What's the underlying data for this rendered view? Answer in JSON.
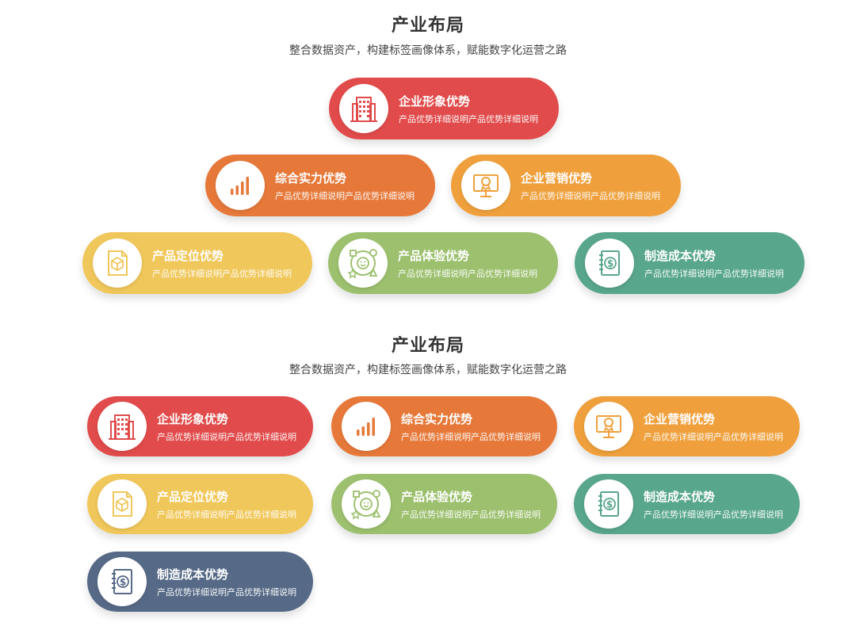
{
  "colors": {
    "red": "#E14B4B",
    "orange_dark": "#E6793A",
    "orange": "#EFA03C",
    "yellow": "#F0C75A",
    "green_light": "#9CC06E",
    "green": "#58A68C",
    "slate": "#566A87"
  },
  "top_section": {
    "title": "产业布局",
    "subtitle": "整合数据资产，构建标签画像体系，赋能数字化运营之路",
    "cards": [
      {
        "title": "企业形象优势",
        "desc": "产品优势详细说明产品优势详细说明",
        "icon": "building-icon",
        "color": "#E14B4B"
      },
      {
        "title": "综合实力优势",
        "desc": "产品优势详细说明产品优势详细说明",
        "icon": "bar-chart-icon",
        "color": "#E6793A"
      },
      {
        "title": "企业营销优势",
        "desc": "产品优势详细说明产品优势详细说明",
        "icon": "certificate-monitor-icon",
        "color": "#EFA03C"
      },
      {
        "title": "产品定位优势",
        "desc": "产品优势详细说明产品优势详细说明",
        "icon": "cube-document-icon",
        "color": "#F0C75A"
      },
      {
        "title": "产品体验优势",
        "desc": "产品优势详细说明产品优势详细说明",
        "icon": "smiley-shapes-icon",
        "color": "#9CC06E"
      },
      {
        "title": "制造成本优势",
        "desc": "产品优势详细说明产品优势详细说明",
        "icon": "dollar-notebook-icon",
        "color": "#58A68C"
      }
    ]
  },
  "bottom_section": {
    "title": "产业布局",
    "subtitle": "整合数据资产，构建标签画像体系，赋能数字化运营之路",
    "cards": [
      {
        "title": "企业形象优势",
        "desc": "产品优势详细说明产品优势详细说明",
        "icon": "building-icon",
        "color": "#E14B4B"
      },
      {
        "title": "综合实力优势",
        "desc": "产品优势详细说明产品优势详细说明",
        "icon": "bar-chart-icon",
        "color": "#E6793A"
      },
      {
        "title": "企业营销优势",
        "desc": "产品优势详细说明产品优势详细说明",
        "icon": "certificate-monitor-icon",
        "color": "#EFA03C"
      },
      {
        "title": "产品定位优势",
        "desc": "产品优势详细说明产品优势详细说明",
        "icon": "cube-document-icon",
        "color": "#F0C75A"
      },
      {
        "title": "产品体验优势",
        "desc": "产品优势详细说明产品优势详细说明",
        "icon": "smiley-shapes-icon",
        "color": "#9CC06E"
      },
      {
        "title": "制造成本优势",
        "desc": "产品优势详细说明产品优势详细说明",
        "icon": "dollar-notebook-icon",
        "color": "#58A68C"
      },
      {
        "title": "制造成本优势",
        "desc": "产品优势详细说明产品优势详细说明",
        "icon": "dollar-notebook-icon",
        "color": "#566A87"
      }
    ]
  }
}
